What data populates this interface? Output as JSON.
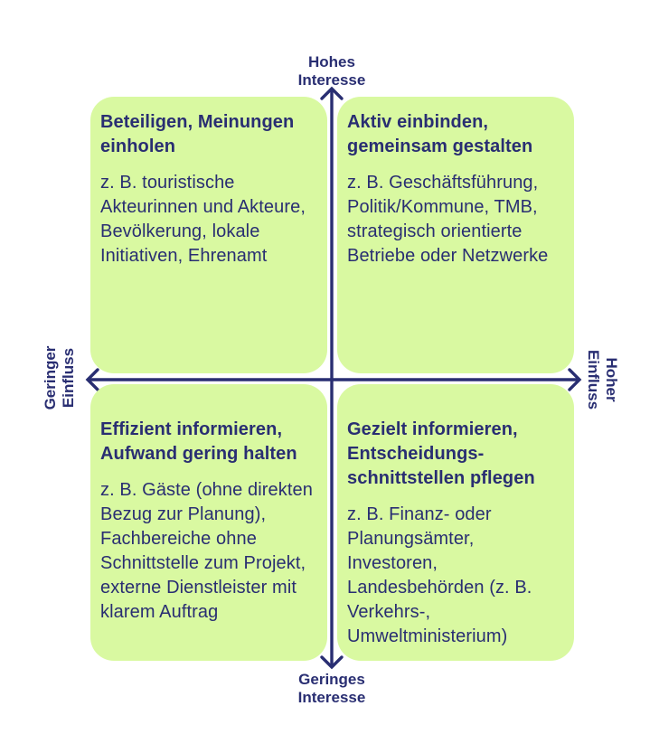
{
  "colors": {
    "ink": "#292e72",
    "card_bg": "#d9f9a1"
  },
  "axes": {
    "top": {
      "lines": [
        "Hohes",
        "Interesse"
      ]
    },
    "bottom": {
      "lines": [
        "Geringes",
        "Interesse"
      ]
    },
    "left": {
      "lines": [
        "Geringer",
        "Einfluss"
      ]
    },
    "right": {
      "lines": [
        "Hoher",
        "Einfluss"
      ]
    }
  },
  "quadrants": [
    {
      "position": "top-left",
      "title": "Beteiligen, Meinungen einholen",
      "body": "z. B. touristische Akteurinnen und Akteure, Bevölkerung, lokale Initiativen, Ehrenamt"
    },
    {
      "position": "top-right",
      "title": "Aktiv einbinden, gemeinsam gestalten",
      "body": "z. B. Geschäftsführung, Politik/Kommune, TMB, strategisch orientierte Betriebe oder Netzwerke"
    },
    {
      "position": "bottom-left",
      "title": "Effizient informieren, Aufwand gering halten",
      "body": "z. B. Gäste (ohne direkten Bezug zur Planung), Fachbereiche ohne Schnittstelle zum Projekt, externe Dienstleister mit klarem Auftrag"
    },
    {
      "position": "bottom-right",
      "title": "Gezielt informieren, Entscheidungs-schnittstellen pflegen",
      "body": "z. B. Finanz- oder Planungsämter, Investoren, Landesbehörden (z. B. Verkehrs-, Umweltministerium)"
    }
  ]
}
